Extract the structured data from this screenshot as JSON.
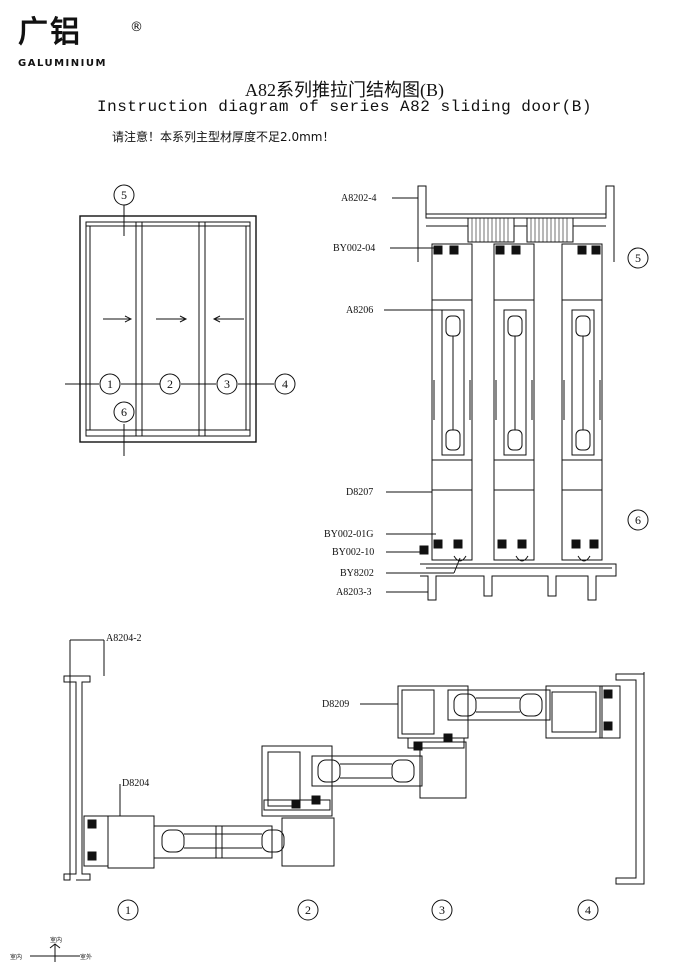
{
  "header": {
    "logo_text": "广铝",
    "logo_sub": "GALUMINIUM",
    "logo_mark": "®",
    "title_cn": "A82系列推拉门结构图(B)",
    "title_en": "Instruction diagram of series A82 sliding door(B)",
    "notice": "请注意！本系列主型材厚度不足2.0mm！"
  },
  "elevation": {
    "markers": [
      "1",
      "2",
      "3",
      "4"
    ],
    "top_marker": "5",
    "bottom_marker": "6",
    "arrows": [
      "→",
      "→",
      "←"
    ]
  },
  "vertical_section": {
    "labels": [
      "A8202-4",
      "BY002-04",
      "A8206",
      "D8207",
      "BY002-01G",
      "BY002-10",
      "BY8202",
      "A8203-3"
    ],
    "marker_top": "5",
    "marker_bottom": "6"
  },
  "horizontal_section": {
    "labels": [
      "A8204-2",
      "D8209",
      "D8204"
    ],
    "markers": [
      "1",
      "2",
      "3",
      "4"
    ]
  },
  "compass": {
    "top": "室内",
    "left": "室内",
    "right": "室外"
  }
}
